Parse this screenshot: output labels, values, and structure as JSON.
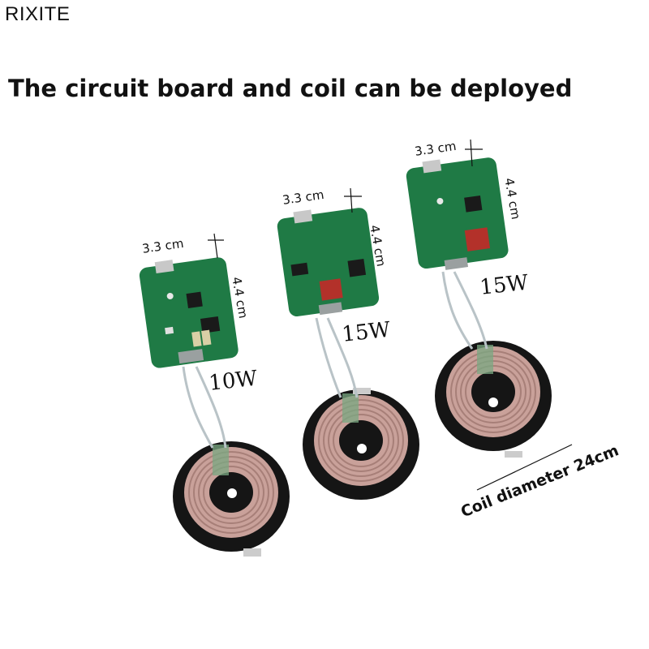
{
  "brand": "RIXITE",
  "headline": "The circuit board and coil can be deployed",
  "modules": [
    {
      "width_label": "3.3 cm",
      "height_label": "4.4 cm",
      "power": "10W"
    },
    {
      "width_label": "3.3 cm",
      "height_label": "4.4 cm",
      "power": "15W"
    },
    {
      "width_label": "3.3 cm",
      "height_label": "4.4 cm",
      "power": "15W"
    }
  ],
  "coil_caption": "Coil diameter 24cm",
  "colors": {
    "pcb": "#1f7a45",
    "coil_base": "#151515",
    "coil_wire": "#c9a19a",
    "wire": "#b9c3c7"
  }
}
